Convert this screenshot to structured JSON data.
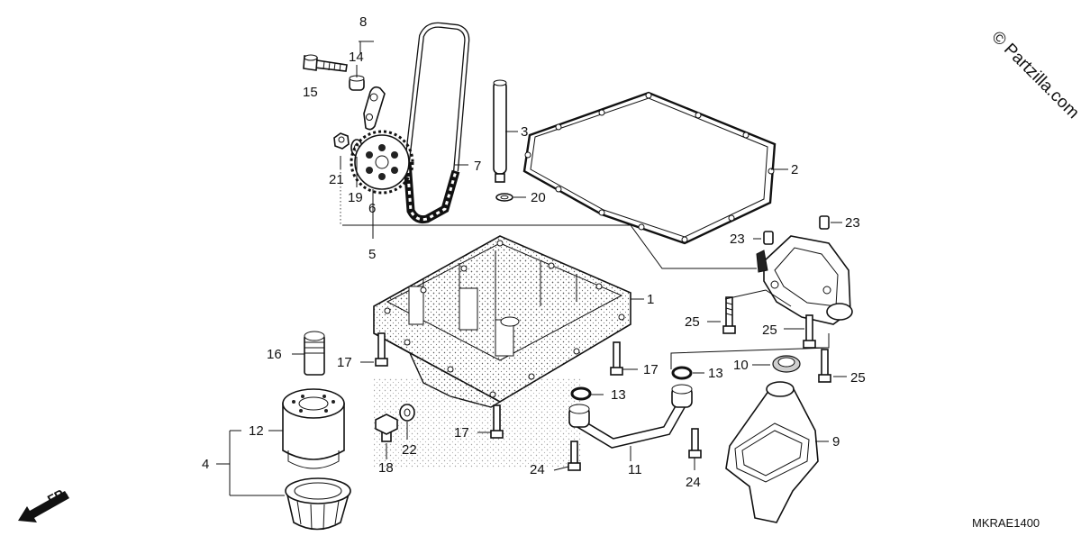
{
  "diagram": {
    "copyright": "© Partzilla.com",
    "drawing_code": "MKRAE1400",
    "front_marker": "FR.",
    "callouts": [
      {
        "id": "c1",
        "label": "1"
      },
      {
        "id": "c2",
        "label": "2"
      },
      {
        "id": "c3",
        "label": "3"
      },
      {
        "id": "c4",
        "label": "4"
      },
      {
        "id": "c5",
        "label": "5"
      },
      {
        "id": "c6",
        "label": "6"
      },
      {
        "id": "c7",
        "label": "7"
      },
      {
        "id": "c8",
        "label": "8"
      },
      {
        "id": "c9",
        "label": "9"
      },
      {
        "id": "c10",
        "label": "10"
      },
      {
        "id": "c11",
        "label": "11"
      },
      {
        "id": "c12",
        "label": "12"
      },
      {
        "id": "c13a",
        "label": "13"
      },
      {
        "id": "c13b",
        "label": "13"
      },
      {
        "id": "c14",
        "label": "14"
      },
      {
        "id": "c15",
        "label": "15"
      },
      {
        "id": "c16",
        "label": "16"
      },
      {
        "id": "c17a",
        "label": "17"
      },
      {
        "id": "c17b",
        "label": "17"
      },
      {
        "id": "c17c",
        "label": "17"
      },
      {
        "id": "c18",
        "label": "18"
      },
      {
        "id": "c19",
        "label": "19"
      },
      {
        "id": "c20",
        "label": "20"
      },
      {
        "id": "c21",
        "label": "21"
      },
      {
        "id": "c22",
        "label": "22"
      },
      {
        "id": "c23a",
        "label": "23"
      },
      {
        "id": "c23b",
        "label": "23"
      },
      {
        "id": "c24a",
        "label": "24"
      },
      {
        "id": "c24b",
        "label": "24"
      },
      {
        "id": "c25a",
        "label": "25"
      },
      {
        "id": "c25b",
        "label": "25"
      },
      {
        "id": "c25c",
        "label": "25"
      }
    ]
  }
}
